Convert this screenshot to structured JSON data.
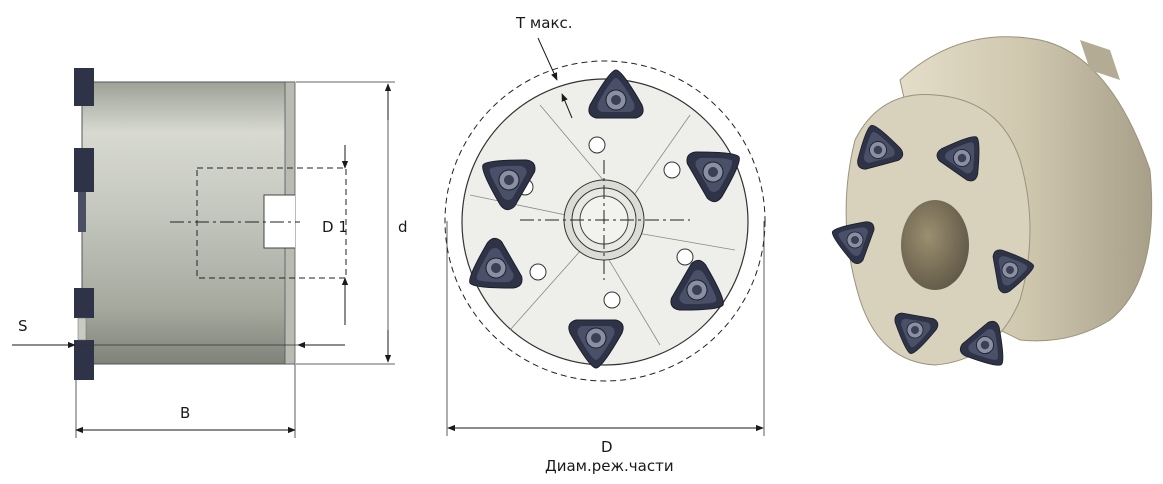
{
  "labels": {
    "s": "S",
    "b": "B",
    "d_small": "d",
    "d1": "D 1",
    "t_max": "T макс.",
    "d_big": "D",
    "d_big_caption": "Диам.реж.части"
  },
  "colors": {
    "body_metal": "#c9cbc3",
    "body_metal_dark": "#8d9088",
    "insert_dark": "#2e3347",
    "insert_light": "#6a7088",
    "face_plate": "#eeeeea",
    "render_body": "#cdc6b0"
  }
}
